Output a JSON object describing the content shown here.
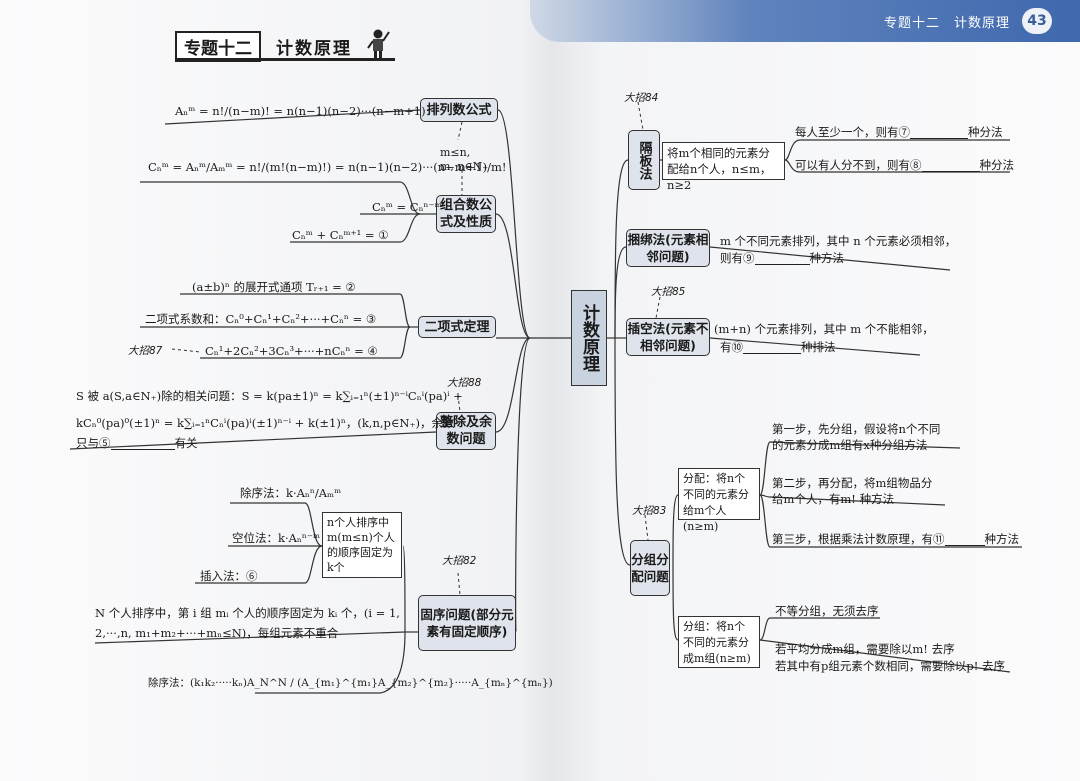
{
  "header": {
    "topic_chip": "专题十二",
    "topic_title": "计数原理",
    "top_right_label": "专题十二　计数原理",
    "page_number": "43"
  },
  "center_node": "计数原理",
  "left": {
    "perm_node": "排列数公式",
    "perm_formula": "Aₙᵐ = n!/(n−m)! = n(n−1)(n−2)···(n−m+1)",
    "perm_cond": "m≤n,",
    "perm_cond2": "m, n∈N₊",
    "comb_node": "组合数公式及性质",
    "comb_formula": "Cₙᵐ = Aₙᵐ/Aₘᵐ = n!/(m!(n−m)!) = n(n−1)(n−2)···(n−m+1)/m!",
    "comb_prop1": "Cₙᵐ = Cₙⁿ⁻ᵐ",
    "comb_prop2": "Cₙᵐ + Cₙᵐ⁺¹ = ①",
    "binom_node": "二项式定理",
    "binom_general": "(a±b)ⁿ 的展开式通项 Tᵣ₊₁ = ②",
    "binom_sum": "二项式系数和：Cₙ⁰+Cₙ¹+Cₙ²+···+Cₙⁿ = ③",
    "binom_weighted": "Cₙ¹+2Cₙ²+3Cₙ³+···+nCₙⁿ = ④",
    "tag87": "大招87",
    "rem_node": "整除及余数问题",
    "tag88": "大招88",
    "rem_line1": "S 被 a(S,a∈N₊)除的相关问题：S = k(pa±1)ⁿ = k∑ᵢ₌₁ⁿ(±1)ⁿ⁻ⁱCₙⁱ(pa)ⁱ +",
    "rem_line2": "kCₙ⁰(pa)⁰(±1)ⁿ = k∑ᵢ₌₁ⁿCₙⁱ(pa)ⁱ(±1)ⁿ⁻ⁱ + k(±1)ⁿ，(k,n,p∈N₊)，余数",
    "rem_line3_a": "只与⑤",
    "rem_line3_b": "有关",
    "fixed_node": "固序问题(部分元素有固定顺序)",
    "tag82": "大招82",
    "fixed_box": "n个人排序中 m(m≤n)个人的顺序固定为k个",
    "fixed_m1": "除序法：k·Aₙⁿ/Aₘᵐ",
    "fixed_m2": "空位法：k·Aₙⁿ⁻ᵐ",
    "fixed_m3": "插入法：⑥",
    "fixed_general1": "N 个人排序中，第 i 组 mᵢ 个人的顺序固定为 kᵢ 个，(i = 1,",
    "fixed_general2": "2,···,n, m₁+m₂+···+mₙ≤N)，每组元素不重合",
    "fixed_general3": "除序法：(k₁k₂·····kₙ)A_N^N / (A_{m₁}^{m₁}A_{m₂}^{m₂}·····A_{mₙ}^{mₙ})"
  },
  "right": {
    "tag84": "大招84",
    "sep_node": "隔板法",
    "sep_box": "将m个相同的元素分配给n个人，n≤m，n≥2",
    "sep_a_pre": "每人至少一个，则有⑦",
    "sep_a_post": "种分法",
    "sep_b_pre": "可以有人分不到，则有⑧",
    "sep_b_post": "种分法",
    "bind_node": "捆绑法(元素相邻问题)",
    "bind_line1": "m 个不同元素排列，其中 n 个元素必须相邻，",
    "bind_line2_pre": "则有⑨",
    "bind_line2_post": "种方法",
    "tag85": "大招85",
    "ins_node": "插空法(元素不相邻问题)",
    "ins_line1": "(m+n) 个元素排列，其中 m 个不能相邻，",
    "ins_line2_pre": "有⑩",
    "ins_line2_post": "种排法",
    "group_node": "分组分配问题",
    "tag83": "大招83",
    "alloc_box": "分配：将n个不同的元素分给m个人(n≥m)",
    "step1a": "第一步，先分组，假设将n个不同",
    "step1b": "的元素分成m组有x种分组方法",
    "step2a": "第二步，再分配，将m组物品分",
    "step2b": "给m个人，有m! 种方法",
    "step3_pre": "第三步，根据乘法计数原理，有⑪",
    "step3_post": "种方法",
    "grp_box": "分组：将n个不同的元素分成m组(n≥m)",
    "grp1": "不等分组，无须去序",
    "grp2": "若平均分成m组，需要除以m! 去序",
    "grp3": "若其中有p组元素个数相同，需要除以p! 去序"
  }
}
